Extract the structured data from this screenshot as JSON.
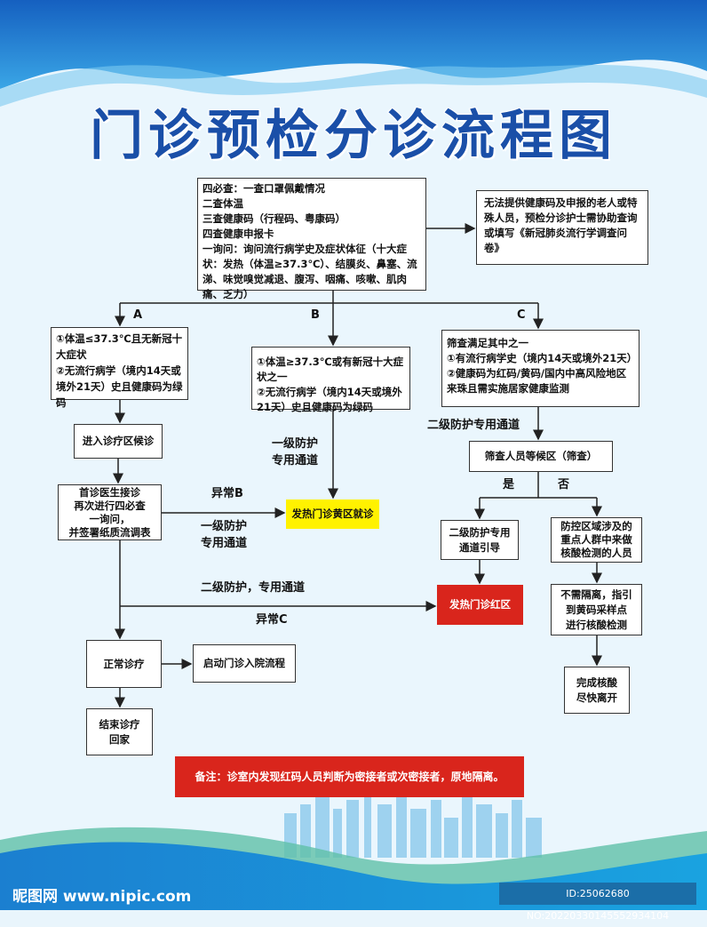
{
  "title": "门诊预检分诊流程图",
  "main_box": [
    "四必查：一查口罩佩戴情况",
    "二查体温",
    "三查健康码（行程码、粤康码）",
    "四查健康申报卡",
    "一询问：询问流行病学史及症状体征（十大症状：发热（体温≥37.3℃）、结膜炎、鼻塞、流涕、味觉嗅觉减退、腹泻、咽痛、咳嗽、肌肉痛、乏力）"
  ],
  "side_box": "无法提供健康码及申报的老人或特殊人员，预检分诊护士需协助查询或填写《新冠肺炎流行学调查问卷》",
  "branch_labels": {
    "a": "A",
    "b": "B",
    "c": "C"
  },
  "box_a": [
    "①体温≤37.3℃且无新冠十大症状",
    "②无流行病学（境内14天或境外21天）史且健康码为绿码"
  ],
  "box_b": [
    "①体温≥37.3℃或有新冠十大症状之一",
    "②无流行病学（境内14天或境外21天）史且健康码为绿码"
  ],
  "box_c": [
    "筛查满足其中之一",
    "①有流行病学史（境内14天或境外21天）",
    "②健康码为红码/黄码/国内中高风险地区来珠且需实施居家健康监测"
  ],
  "enter_wait": "进入诊疗区候诊",
  "first_doctor": [
    "首诊医生接诊",
    "再次进行四必查",
    "一询问，",
    "并签署纸质流调表"
  ],
  "yellow_zone": "发热门诊黄区就诊",
  "level1_b": [
    "一级防护",
    "专用通道"
  ],
  "abnormal_b": "异常B",
  "level1_doc": [
    "一级防护",
    "专用通道"
  ],
  "level2_doc": "二级防护，专用通道",
  "abnormal_c": "异常C",
  "level2_c": "二级防护专用通道",
  "screen_wait": "筛查人员等候区（筛查）",
  "yes": "是",
  "no": "否",
  "level2_guide": [
    "二级防护专用",
    "通道引导"
  ],
  "red_zone": "发热门诊红区",
  "control_area": [
    "防控区域涉及的",
    "重点人群中来做",
    "核酸检测的人员"
  ],
  "no_isolation": [
    "不需隔离，指引",
    "到黄码采样点",
    "进行核酸检测"
  ],
  "finish_test": [
    "完成核酸",
    "尽快离开"
  ],
  "normal_treat": "正常诊疗",
  "admission": "启动门诊入院流程",
  "end_home": [
    "结束诊疗",
    "回家"
  ],
  "note": "备注：诊室内发现红码人员判断为密接者或次密接者，原地隔离。",
  "watermark": "昵图网 www.nipic.com",
  "id_text": "ID:25062680 NO:20220330145552934104",
  "colors": {
    "title": "#1a4fa8",
    "red": "#d9251c",
    "yellow": "#fff200"
  }
}
